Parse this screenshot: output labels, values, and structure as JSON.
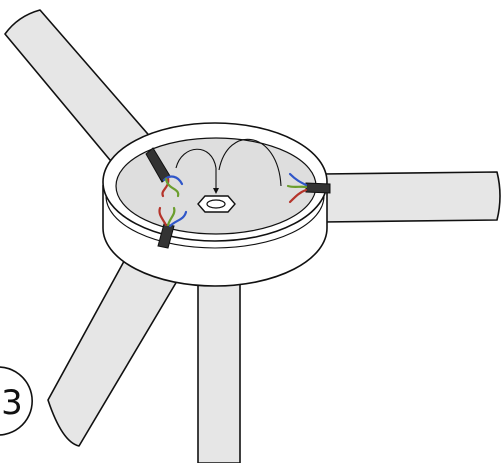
{
  "step": {
    "number": "3"
  },
  "colors": {
    "arm_fill": "#e6e6e6",
    "hub_fill": "#ffffff",
    "hub_floor": "#dedede",
    "outline": "#111111",
    "cable_sheath": "#333333",
    "wire_brown": "#b5342b",
    "wire_blue": "#2f56c9",
    "wire_green_yellow": "#6b9e2e"
  },
  "components": {
    "arms": [
      "top-left-arm",
      "right-arm",
      "bottom-left-arm",
      "bottom-arm"
    ],
    "hub": "junction-box",
    "cables": [
      "cable-left-top",
      "cable-left-bottom",
      "cable-right"
    ],
    "fastener": "center-nut"
  }
}
